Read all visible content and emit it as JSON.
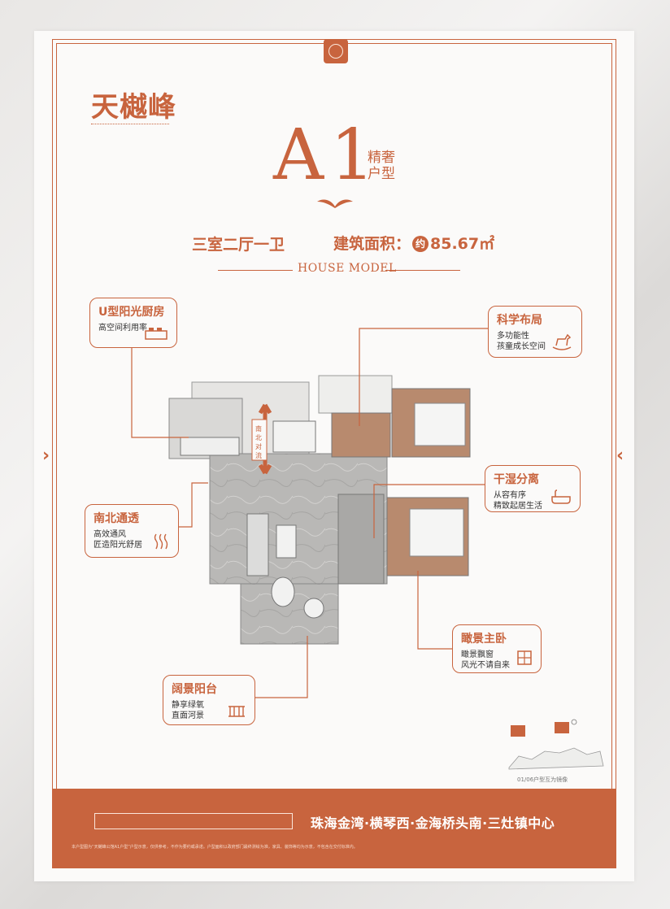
{
  "brand": {
    "logo_text": "天樾峰"
  },
  "model": {
    "letter": "A1",
    "tag": "精奢户型"
  },
  "summary": {
    "rooms": "三室二厅一卫",
    "area_label": "建筑面积：",
    "area_badge": "约",
    "area_value": "85.67㎡"
  },
  "section_title": "HOUSE MODEL",
  "callouts": [
    {
      "title": "U型阳光厨房",
      "lines": [
        "高空间利用率"
      ],
      "icon": "kitchen-icon"
    },
    {
      "title": "科学布局",
      "lines": [
        "多功能性",
        "孩童成长空间"
      ],
      "icon": "rocking-horse-icon"
    },
    {
      "title": "干湿分离",
      "lines": [
        "从容有序",
        "精致起居生活"
      ],
      "icon": "bathtub-icon"
    },
    {
      "title": "南北通透",
      "lines": [
        "高效通风",
        "匠造阳光舒居"
      ],
      "icon": "airflow-icon"
    },
    {
      "title": "瞰景主卧",
      "lines": [
        "瞰景飘窗",
        "风光不请自来"
      ],
      "icon": "window-icon"
    },
    {
      "title": "阔景阳台",
      "lines": [
        "静享绿氧",
        "直面河景"
      ],
      "icon": "balcony-icon"
    }
  ],
  "plan": {
    "airflow_label": "南北对流"
  },
  "map": {
    "caption": "01/06户型互为镜像"
  },
  "footer": {
    "location": "珠海金湾·横琴西·金海桥头南·三灶镇中心",
    "disclaimer": "本户型图为“天樾峰公馆A1户型”户型示意，仅供参考，不作为要约或承诺。户型面积以政府部门最终测绘为准，家具、装饰等均为示意，不包含在交付标准内。"
  },
  "colors": {
    "accent": "#c8643e"
  }
}
